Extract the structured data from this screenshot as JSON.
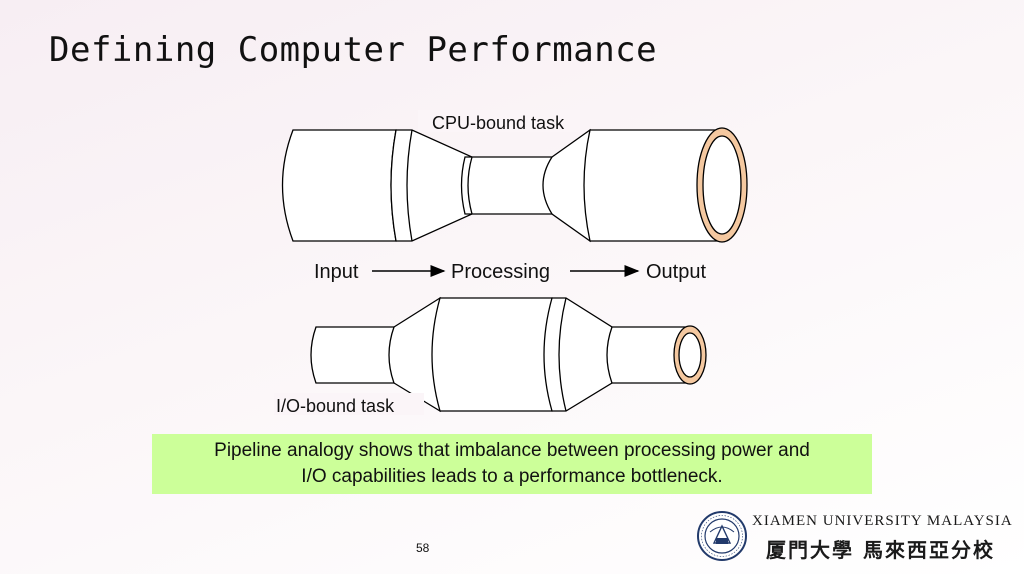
{
  "slide": {
    "title": "Defining Computer Performance",
    "page_number": "58"
  },
  "diagram": {
    "cpu_task_label": "CPU-bound task",
    "io_task_label": "I/O-bound task",
    "flow": {
      "input": "Input",
      "processing": "Processing",
      "output": "Output"
    },
    "colors": {
      "pipe_outline": "#000000",
      "pipe_fill": "#ffffff",
      "pipe_opening_rim": "#f4c8a0"
    }
  },
  "caption": {
    "line1": "Pipeline analogy shows that imbalance between processing power and",
    "line2": "I/O capabilities leads to a performance bottleneck.",
    "background": "#ccff99"
  },
  "footer": {
    "university_en": "XIAMEN UNIVERSITY MALAYSIA",
    "university_zh": "厦門大學 馬來西亞分校"
  }
}
